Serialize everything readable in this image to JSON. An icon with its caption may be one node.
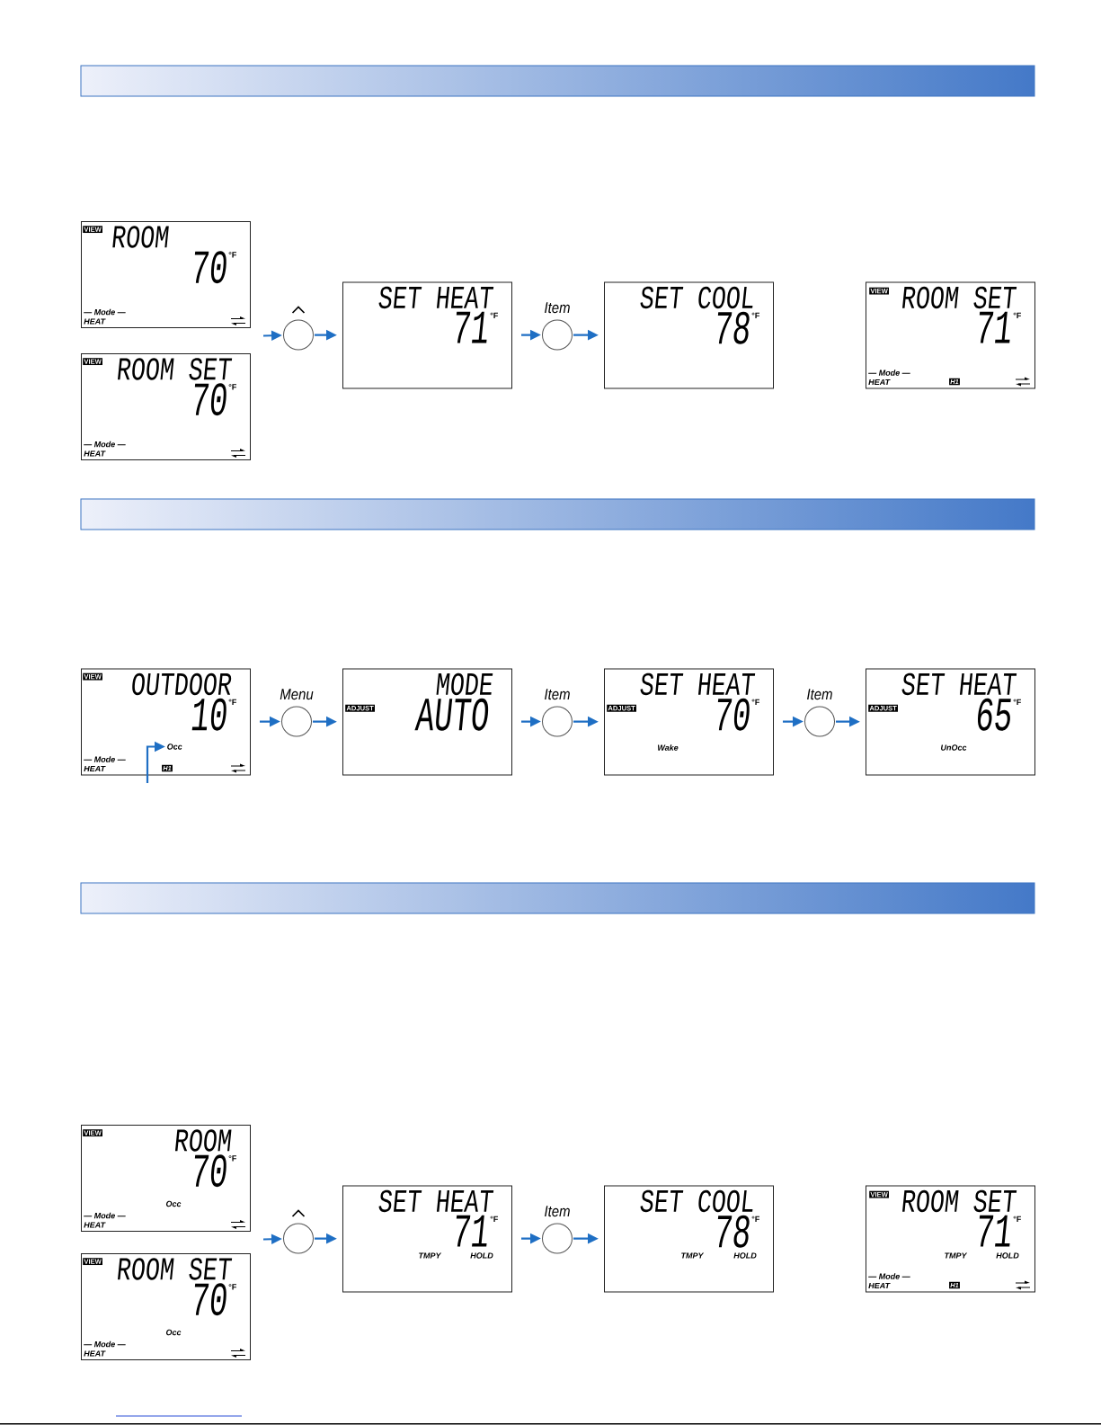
{
  "diagram": {
    "nodes": [
      {
        "text": [
          "VIEW",
          "ROOM",
          "70",
          "°F",
          "— Mode —",
          "HEAT"
        ]
      },
      {
        "text": [
          "VIEW",
          "ROOM SET",
          "70",
          "°F",
          "— Mode —",
          "HEAT"
        ]
      },
      {
        "text": [],
        "shape": "circle"
      },
      {
        "text": [
          "SET HEAT",
          "71",
          "°F"
        ]
      },
      {
        "text": [
          "Item"
        ]
      },
      {
        "text": [
          "SET COOL",
          "78",
          "°F"
        ]
      },
      {
        "text": [
          "VIEW",
          "ROOM SET",
          "71",
          "°F",
          "— Mode —",
          "HEAT",
          "H1"
        ]
      },
      {
        "text": [
          "VIEW",
          "OUTDOOR",
          "10",
          "°F",
          "— Mode —",
          "HEAT",
          "H1"
        ]
      },
      {
        "text": [
          "Occ"
        ],
        "in": 7
      },
      {
        "text": [
          "Menu"
        ]
      },
      {
        "text": [
          "MODE",
          "ADJUST",
          "AUTO"
        ]
      },
      {
        "text": [
          "Item"
        ]
      },
      {
        "text": [
          "SET HEAT",
          "ADJUST",
          "70",
          "°F",
          "Wake"
        ]
      },
      {
        "text": [
          "Item"
        ]
      },
      {
        "text": [
          "SET HEAT",
          "ADJUST",
          "65",
          "°F",
          "UnOcc"
        ]
      },
      {
        "text": [
          "VIEW",
          "ROOM",
          "70",
          "°F",
          "Occ",
          "— Mode —",
          "HEAT"
        ]
      },
      {
        "text": [
          "VIEW",
          "ROOM SET",
          "70",
          "°F",
          "Occ",
          "— Mode —",
          "HEAT"
        ]
      },
      {
        "text": [],
        "shape": "circle"
      },
      {
        "text": [
          "SET HEAT",
          "71",
          "°F",
          "TMPY",
          "HOLD"
        ]
      },
      {
        "text": [
          "Item"
        ]
      },
      {
        "text": [
          "SET COOL",
          "78",
          "°F",
          "TMPY",
          "HOLD"
        ]
      },
      {
        "text": [
          "VIEW",
          "ROOM SET",
          "71",
          "°F",
          "TMPY",
          "HOLD",
          "— Mode —",
          "HEAT",
          "H1"
        ]
      }
    ],
    "edges": [
      {
        "from": 0,
        "to": 2,
        "arrow": "to"
      },
      {
        "from": 2,
        "to": 3,
        "arrow": "to"
      },
      {
        "from": 3,
        "to": 4,
        "arrow": "to"
      },
      {
        "from": 4,
        "to": 5,
        "arrow": "to"
      },
      {
        "from": 7,
        "to": 9,
        "arrow": "to"
      },
      {
        "from": 9,
        "to": 10,
        "arrow": "to"
      },
      {
        "from": 10,
        "to": 11,
        "arrow": "to"
      },
      {
        "from": 11,
        "to": 12,
        "arrow": "to"
      },
      {
        "from": 12,
        "to": 13,
        "arrow": "to"
      },
      {
        "from": 13,
        "to": 14,
        "arrow": "to"
      },
      {
        "from": null,
        "to": 8,
        "arrow": "to"
      },
      {
        "from": 15,
        "to": 17,
        "arrow": "to"
      },
      {
        "from": 17,
        "to": 18,
        "arrow": "to"
      },
      {
        "from": 18,
        "to": 19,
        "arrow": "to"
      },
      {
        "from": 19,
        "to": 20,
        "arrow": "to"
      }
    ]
  }
}
